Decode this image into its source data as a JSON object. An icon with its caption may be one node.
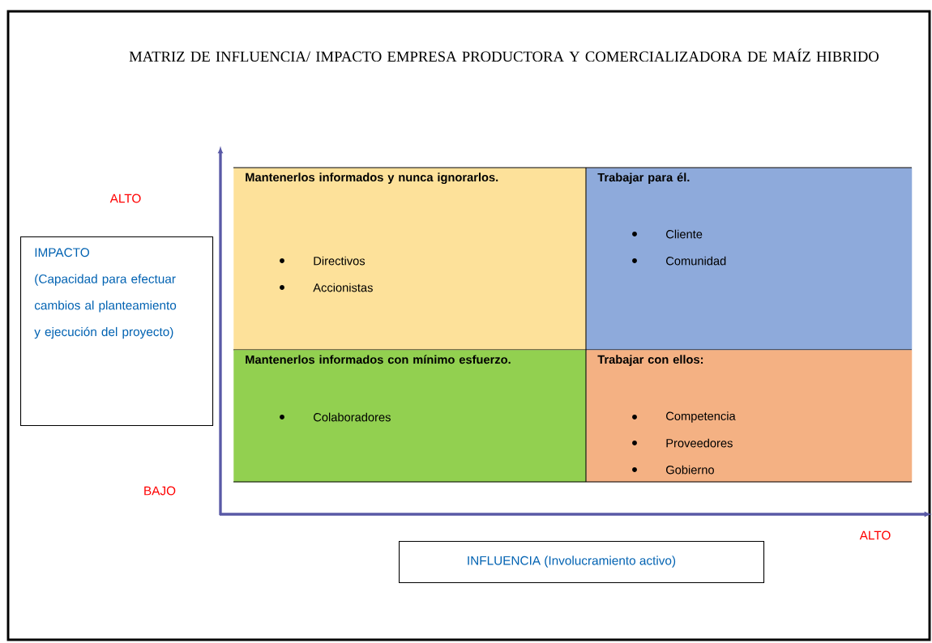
{
  "diagram": {
    "title": "MATRIZ DE INFLUENCIA/ IMPACTO EMPRESA PRODUCTORA Y COMERCIALIZADORA DE MAÍZ HIBRIDO",
    "nodes": [
      {
        "text": [
          "Mantenerlos informados y nunca ignorarlos.",
          "Directivos",
          "Accionistas"
        ]
      },
      {
        "text": [
          "Trabajar para él.",
          "Cliente",
          "Comunidad"
        ]
      },
      {
        "text": [
          "Mantenerlos informados con mínimo esfuerzo.",
          "Colaboradores"
        ]
      },
      {
        "text": [
          "Trabajar con ellos:",
          "Competencia",
          "Proveedores",
          "Gobierno"
        ]
      },
      {
        "text": [
          "IMPACTO",
          "(Capacidad para efectuar cambios al planteamiento y ejecución del proyecto)"
        ]
      },
      {
        "text": [
          "INFLUENCIA (Involucramiento activo)"
        ]
      }
    ],
    "labels": [
      "ALTO",
      "BAJO",
      "ALTO"
    ]
  }
}
